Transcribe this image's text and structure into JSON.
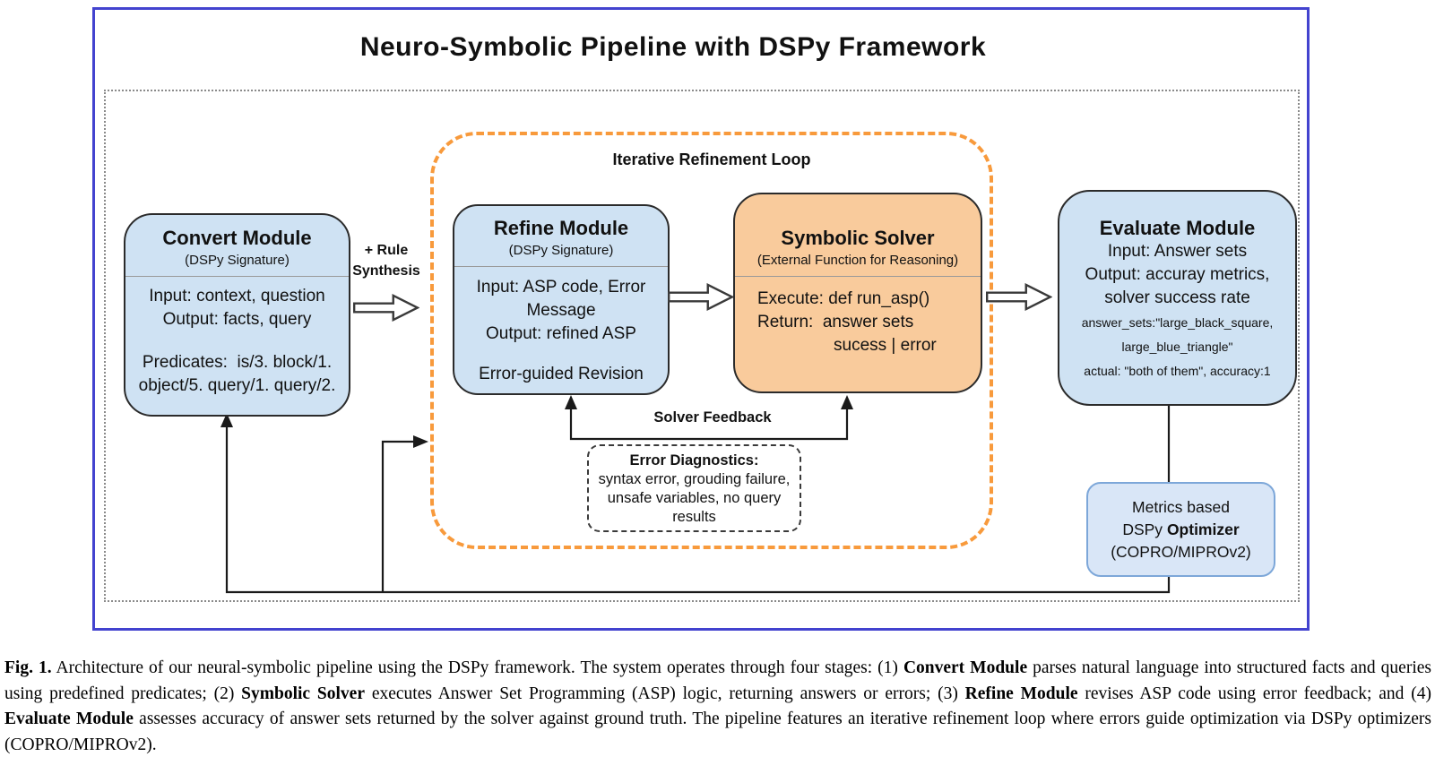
{
  "figure": {
    "title": "Neuro-Symbolic Pipeline with DSPy Framework"
  },
  "labels": {
    "loop": "Iterative Refinement Loop",
    "rule_synthesis_line1": "+ Rule",
    "rule_synthesis_line2": "Synthesis",
    "solver_feedback": "Solver Feedback"
  },
  "modules": {
    "convert": {
      "title": "Convert Module",
      "subtitle": "(DSPy Signature)",
      "lines": [
        "Input: context, question",
        "Output: facts, query"
      ],
      "predicates": [
        "Predicates:  is/3. block/1.",
        "object/5. query/1. query/2."
      ]
    },
    "refine": {
      "title": "Refine Module",
      "subtitle": "(DSPy Signature)",
      "lines": [
        "Input: ASP code, Error",
        "Message",
        "Output: refined ASP"
      ],
      "footer": "Error-guided Revision"
    },
    "solver": {
      "title": "Symbolic Solver",
      "subtitle": "(External Function for Reasoning)",
      "lines": [
        "Execute: def run_asp()",
        "Return:  answer sets",
        "sucess | error"
      ]
    },
    "evaluate": {
      "title": "Evaluate Module",
      "lines": [
        "Input: Answer sets",
        "Output: accuray metrics,",
        "solver success rate"
      ],
      "details": [
        "answer_sets:\"large_black_square,",
        "large_blue_triangle\"",
        "actual: \"both of them\", accuracy:1"
      ]
    },
    "optimizer": {
      "line1": "Metrics based",
      "line2_normal": "DSPy ",
      "line2_bold": "Optimizer",
      "line3": "(COPRO/MIPROv2)"
    },
    "error_diagnostics": {
      "title": "Error Diagnostics:",
      "body": "syntax error, grouding failure, unsafe variables, no query results"
    }
  },
  "colors": {
    "module_fill_blue": "#cfe2f3",
    "solver_fill_orange": "#f9cb9c",
    "loop_dash_orange": "#f89a3c",
    "optimizer_fill": "#d9e6f7",
    "optimizer_border": "#7da7d9",
    "outer_border_blue": "#4343cf"
  },
  "caption": {
    "segments": [
      {
        "text": "Fig. 1.",
        "bold": true
      },
      {
        "text": "  Architecture of our neural-symbolic pipeline using the DSPy framework. The system operates through four stages: (1) ",
        "bold": false
      },
      {
        "text": "Convert Module",
        "bold": true
      },
      {
        "text": " parses natural language into structured facts and queries using predefined predicates; (2) ",
        "bold": false
      },
      {
        "text": "Symbolic Solver",
        "bold": true
      },
      {
        "text": " executes Answer Set Programming (ASP) logic, returning answers or errors; (3) ",
        "bold": false
      },
      {
        "text": "Refine Module",
        "bold": true
      },
      {
        "text": " revises ASP code using error feedback; and (4) ",
        "bold": false
      },
      {
        "text": "Evaluate Module",
        "bold": true
      },
      {
        "text": " assesses accuracy of answer sets returned by the solver against ground truth. The pipeline features an iterative refinement loop where errors guide optimization via DSPy optimizers (COPRO/MIPROv2).",
        "bold": false
      }
    ]
  }
}
